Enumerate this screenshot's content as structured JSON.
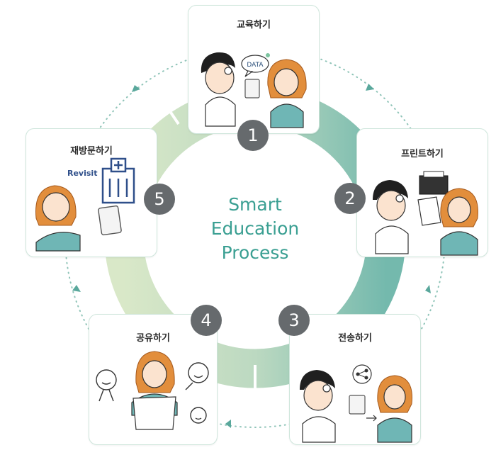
{
  "title_lines": [
    "Smart",
    "Education",
    "Process"
  ],
  "colors": {
    "ring_light": "#d6e6c6",
    "ring_dark": "#6fb8ac",
    "title": "#3a9f92",
    "badge": "#666a6d",
    "card_border": "#cfe6dc"
  },
  "steps": [
    {
      "number": "1",
      "label": "교육하기",
      "illustration": "doctor-and-patient-with-tablet",
      "bubble_text": "DATA"
    },
    {
      "number": "2",
      "label": "프린트하기",
      "illustration": "doctor-and-patient-with-printer"
    },
    {
      "number": "3",
      "label": "전송하기",
      "illustration": "doctor-sending-to-patient-phone"
    },
    {
      "number": "4",
      "label": "공유하기",
      "illustration": "patient-sharing-with-people"
    },
    {
      "number": "5",
      "label": "재방문하기",
      "illustration": "patient-revisit-hospital",
      "tag": "Revisit"
    }
  ]
}
